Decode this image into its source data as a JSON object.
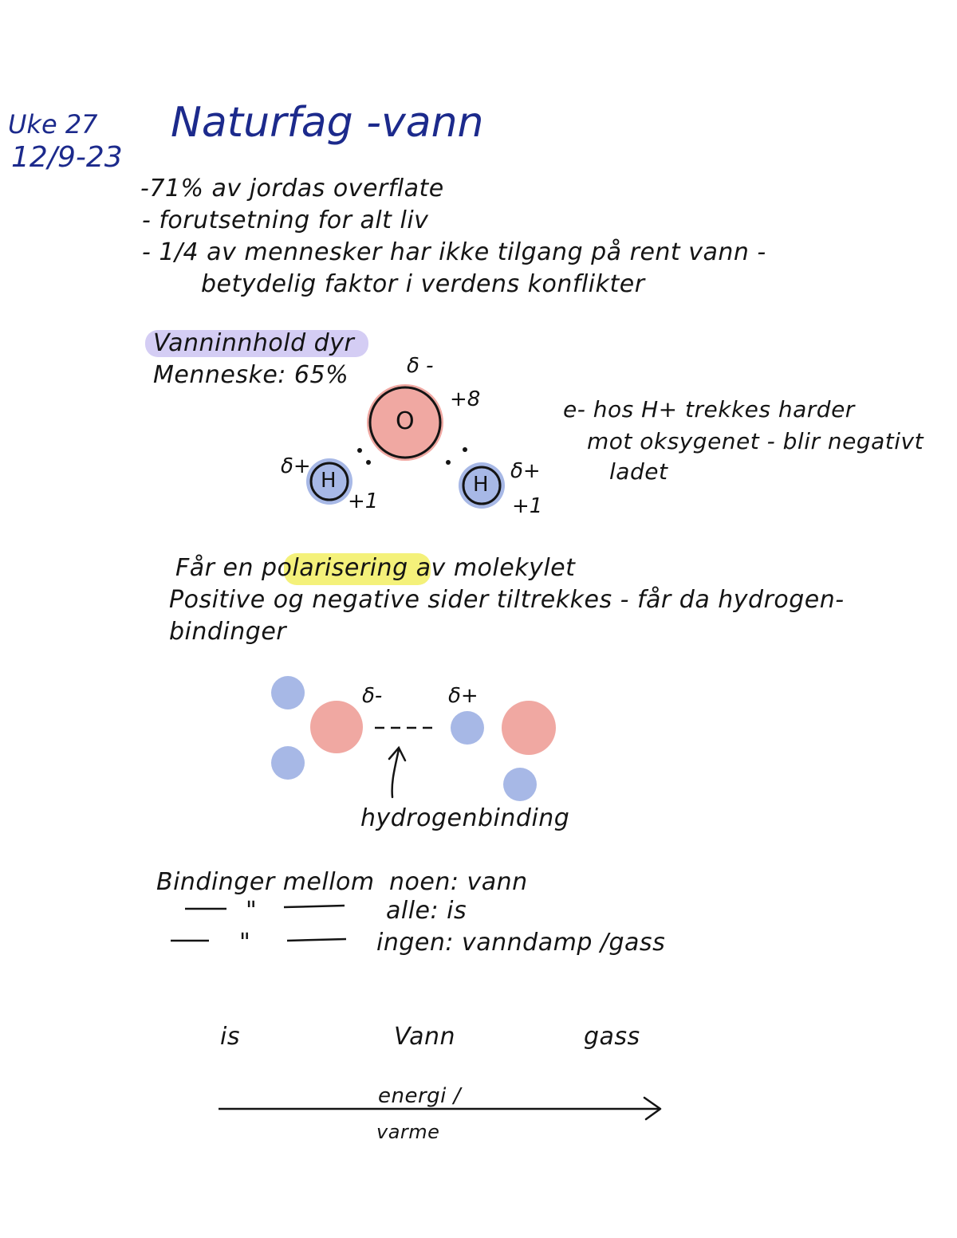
{
  "header": {
    "week": "Uke 27",
    "date": "12/9-23",
    "title": "Naturfag -vann"
  },
  "intro_lines": [
    "-71% av jordas overflate",
    "- forutsetning for alt liv",
    "- 1/4 av mennesker har ikke tilgang på rent vann -",
    "betydelig faktor i verdens konflikter"
  ],
  "water_content": {
    "heading": "Vanninnhold dyr",
    "human": "Menneske: 65%"
  },
  "molecule": {
    "oxygen": "O",
    "hydrogen": "H",
    "delta_minus": "δ -",
    "delta_plus": "δ+",
    "oxygen_charge": "+8",
    "hydrogen_charge": "+1"
  },
  "molecule_note": [
    "e- hos H+ trekkes harder",
    "mot oksygenet - blir negativt",
    "ladet"
  ],
  "polarization": [
    "Får en polarisering av molekylet",
    "Positive og negative sider tiltrekkes - får da hydrogen-",
    "bindinger"
  ],
  "polarization_highlight": "polarisering",
  "hbond_diagram": {
    "delta_minus": "δ-",
    "delta_plus": "δ+",
    "label": "hydrogenbinding"
  },
  "bonds": {
    "row1_prefix": "Bindinger mellom",
    "row1_value": "noen: vann",
    "ditto": "\"",
    "row2_value": "alle: is",
    "row3_value": "ingen: vanndamp /gass"
  },
  "phases": {
    "solid": "is",
    "liquid": "Vann",
    "gas": "gass",
    "axis_top": "energi /",
    "axis_bottom": "varme"
  },
  "colors": {
    "ink": "#141414",
    "title_navy": "#1c2a8c",
    "oxygen_fill": "#f0a8a2",
    "hydrogen_fill": "#a7b8e6",
    "highlight_purple": "#d4cdf4",
    "highlight_yellow": "#f4f17a"
  }
}
